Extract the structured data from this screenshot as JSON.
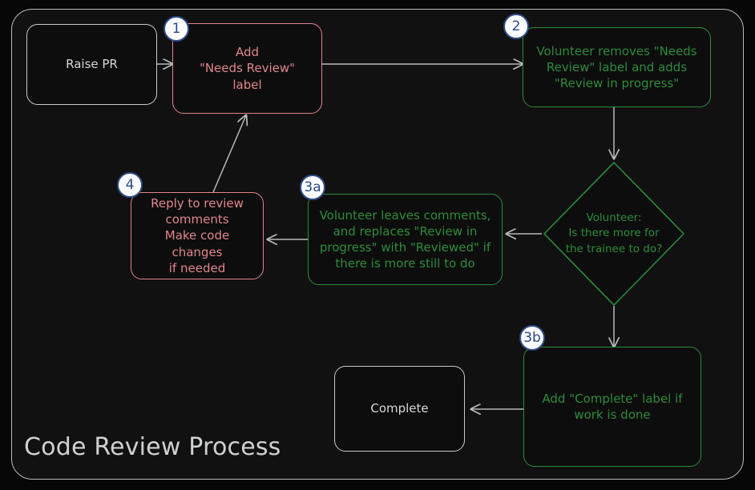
{
  "diagram": {
    "title": "Code Review Process",
    "colors": {
      "background": "#070707",
      "panel": "#111111",
      "frame_border": "#b9bbbd",
      "neutral": "#d6d8d9",
      "red": "#e0868c",
      "green": "#2f8b3c",
      "badge_fill": "#fbfcff",
      "badge_border": "#2d4b86",
      "edge": "#b8babb"
    },
    "nodes": [
      {
        "id": "raise-pr",
        "badge": null,
        "kind": "plain",
        "text": "Raise PR"
      },
      {
        "id": "add-label",
        "badge": "1",
        "kind": "red",
        "text": "Add\n\"Needs Review\"\nlabel"
      },
      {
        "id": "volunteer-removes",
        "badge": "2",
        "kind": "green",
        "text": "Volunteer removes \"Needs\nReview\" label and adds\n\"Review in progress\""
      },
      {
        "id": "decision",
        "badge": null,
        "kind": "diamond",
        "text": "Volunteer:\nIs there more for\nthe trainee to do?"
      },
      {
        "id": "leaves-comments",
        "badge": "3a",
        "kind": "green",
        "text": "Volunteer leaves comments,\nand replaces \"Review in\nprogress\" with \"Reviewed\" if\nthere is more still to do"
      },
      {
        "id": "reply-to-review",
        "badge": "4",
        "kind": "red",
        "text": "Reply to review\ncomments\nMake code changes\nif needed"
      },
      {
        "id": "add-complete",
        "badge": "3b",
        "kind": "green",
        "text": "Add \"Complete\" label if\nwork is done"
      },
      {
        "id": "complete",
        "badge": null,
        "kind": "plain",
        "text": "Complete"
      }
    ],
    "edges": [
      {
        "from": "raise-pr",
        "to": "add-label"
      },
      {
        "from": "add-label",
        "to": "volunteer-removes"
      },
      {
        "from": "volunteer-removes",
        "to": "decision"
      },
      {
        "from": "decision",
        "to": "leaves-comments"
      },
      {
        "from": "leaves-comments",
        "to": "reply-to-review"
      },
      {
        "from": "reply-to-review",
        "to": "add-label"
      },
      {
        "from": "decision",
        "to": "add-complete"
      },
      {
        "from": "add-complete",
        "to": "complete"
      }
    ]
  }
}
